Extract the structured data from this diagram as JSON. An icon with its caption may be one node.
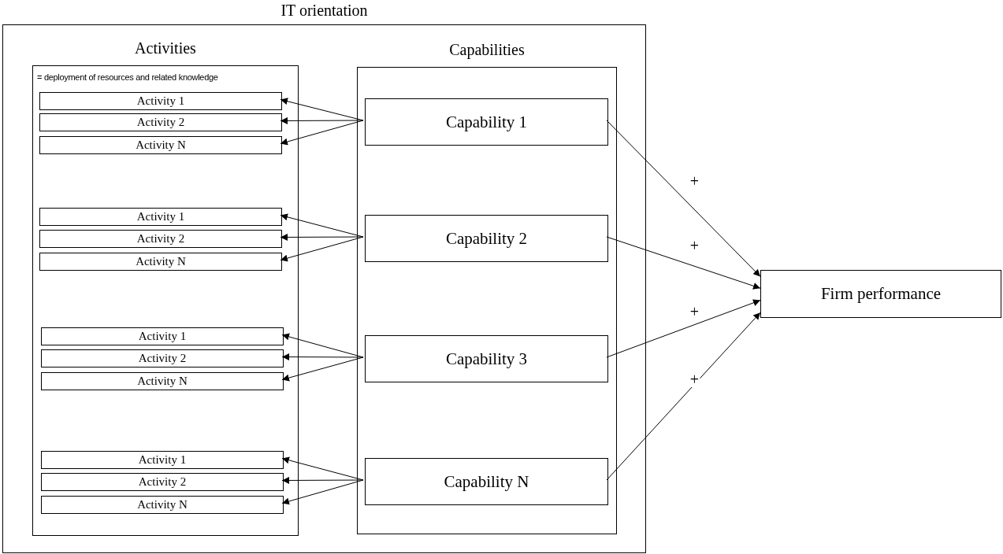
{
  "diagram": {
    "nodes": [
      {
        "text": [
          "IT orientation"
        ]
      },
      {
        "text": [
          "Activities",
          "= deployment of resources and related knowledge"
        ],
        "in": 0
      },
      {
        "text": [
          "Activity 1"
        ],
        "in": 1
      },
      {
        "text": [
          "Activity 2"
        ],
        "in": 1
      },
      {
        "text": [
          "Activity N"
        ],
        "in": 1
      },
      {
        "text": [
          "Activity 1"
        ],
        "in": 1
      },
      {
        "text": [
          "Activity 2"
        ],
        "in": 1
      },
      {
        "text": [
          "Activity N"
        ],
        "in": 1
      },
      {
        "text": [
          "Activity 1"
        ],
        "in": 1
      },
      {
        "text": [
          "Activity 2"
        ],
        "in": 1
      },
      {
        "text": [
          "Activity N"
        ],
        "in": 1
      },
      {
        "text": [
          "Activity 1"
        ],
        "in": 1
      },
      {
        "text": [
          "Activity 2"
        ],
        "in": 1
      },
      {
        "text": [
          "Activity N"
        ],
        "in": 1
      },
      {
        "text": [
          "Capabilities"
        ],
        "in": 0
      },
      {
        "text": [
          "Capability 1"
        ],
        "in": 14
      },
      {
        "text": [
          "Capability 2"
        ],
        "in": 14
      },
      {
        "text": [
          "Capability 3"
        ],
        "in": 14
      },
      {
        "text": [
          "Capability N"
        ],
        "in": 14
      },
      {
        "text": [
          "Firm performance"
        ]
      }
    ],
    "edges": [
      {
        "from": 15,
        "to": 2,
        "arrow": "to"
      },
      {
        "from": 15,
        "to": 3,
        "arrow": "to"
      },
      {
        "from": 15,
        "to": 4,
        "arrow": "to"
      },
      {
        "from": 16,
        "to": 5,
        "arrow": "to"
      },
      {
        "from": 16,
        "to": 6,
        "arrow": "to"
      },
      {
        "from": 16,
        "to": 7,
        "arrow": "to"
      },
      {
        "from": 17,
        "to": 8,
        "arrow": "to"
      },
      {
        "from": 17,
        "to": 9,
        "arrow": "to"
      },
      {
        "from": 17,
        "to": 10,
        "arrow": "to"
      },
      {
        "from": 18,
        "to": 11,
        "arrow": "to"
      },
      {
        "from": 18,
        "to": 12,
        "arrow": "to"
      },
      {
        "from": 18,
        "to": 13,
        "arrow": "to"
      },
      {
        "from": 15,
        "to": 19,
        "arrow": "to",
        "label": "+"
      },
      {
        "from": 16,
        "to": 19,
        "arrow": "to",
        "label": "+"
      },
      {
        "from": 17,
        "to": 19,
        "arrow": "to",
        "label": "+"
      },
      {
        "from": 18,
        "to": 19,
        "arrow": "to",
        "label": "+"
      }
    ]
  }
}
